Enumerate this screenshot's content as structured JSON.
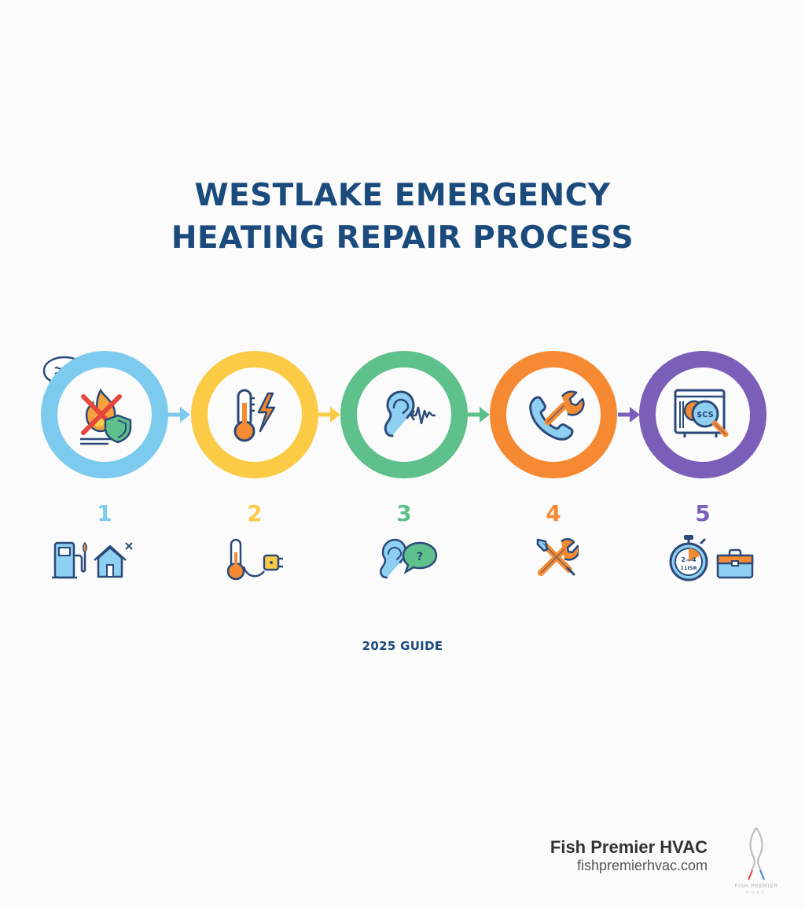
{
  "title": {
    "line1": "WESTLAKE EMERGENCY",
    "line2": "HEATING REPAIR PROCESS"
  },
  "steps": [
    {
      "number": "1",
      "color": "#7ccbee",
      "main_icon": "no-flame-shield-icon",
      "sub_icons": [
        "fuel-pump-icon",
        "house-x-icon"
      ]
    },
    {
      "number": "2",
      "color": "#fbcb46",
      "main_icon": "thermometer-lightning-icon",
      "sub_icons": [
        "thermometer-plug-icon"
      ]
    },
    {
      "number": "3",
      "color": "#5ec08b",
      "main_icon": "ear-sound-wave-icon",
      "sub_icons": [
        "ear-question-bubble-icon"
      ]
    },
    {
      "number": "4",
      "color": "#f58a33",
      "main_icon": "phone-wrench-icon",
      "sub_icons": [
        "crossed-tools-icon"
      ]
    },
    {
      "number": "5",
      "color": "#7b5eb8",
      "main_icon": "furnace-magnifier-icon",
      "main_icon_text": "$CS",
      "sub_icons": [
        "stopwatch-icon",
        "toolbox-icon"
      ],
      "stopwatch_text": [
        "2—4",
        "11ISR"
      ]
    }
  ],
  "footer": {
    "guide": "2025 GUIDE",
    "brand_name": "Fish Premier HVAC",
    "brand_url": "fishpremierhvac.com",
    "logo_text": [
      "FISH PREMIER",
      "HVAC"
    ]
  },
  "colors": {
    "title": "#1b4a7d",
    "icon_stroke": "#2b4a7a",
    "icon_fill_blue": "#8fd0f2"
  }
}
